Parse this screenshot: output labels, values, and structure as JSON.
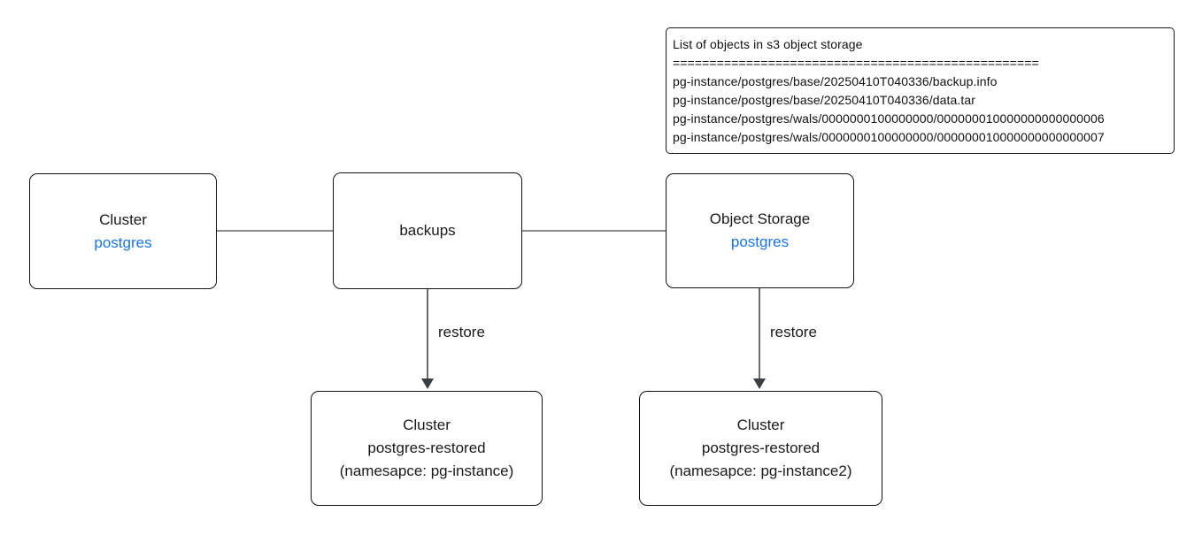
{
  "s3_panel": {
    "title": "List of objects in s3 object storage",
    "separator": "==================================================",
    "objects": [
      "pg-instance/postgres/base/20250410T040336/backup.info",
      "pg-instance/postgres/base/20250410T040336/data.tar",
      "pg-instance/postgres/wals/0000000100000000/000000010000000000000006",
      "pg-instance/postgres/wals/0000000100000000/000000010000000000000007"
    ]
  },
  "nodes": {
    "cluster_source": {
      "line1": "Cluster",
      "line2": "postgres"
    },
    "backups": {
      "label": "backups"
    },
    "object_storage": {
      "line1": "Object Storage",
      "line2": "postgres"
    },
    "cluster_restored_1": {
      "line1": "Cluster",
      "line2": "postgres-restored",
      "line3": "(namesapce: pg-instance)"
    },
    "cluster_restored_2": {
      "line1": "Cluster",
      "line2": "postgres-restored",
      "line3": "(namesapce: pg-instance2)"
    }
  },
  "edges": {
    "restore_left_label": "restore",
    "restore_right_label": "restore"
  },
  "colors": {
    "accent_blue": "#1a73e8",
    "node_border": "#111111",
    "connector_gray": "#8c8c8c"
  }
}
